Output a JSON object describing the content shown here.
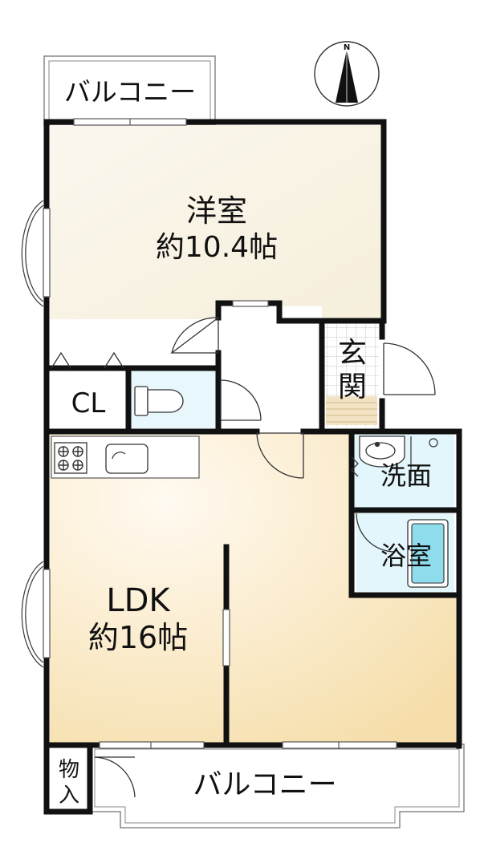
{
  "compass": {
    "north_label": "N"
  },
  "rooms": {
    "western_room": {
      "name": "洋室",
      "size": "約10.4帖"
    },
    "ldk": {
      "name": "LDK",
      "size": "約16帖"
    },
    "closet": {
      "name": "CL"
    },
    "entrance": {
      "line1": "玄",
      "line2": "関"
    },
    "washroom": {
      "name": "洗面"
    },
    "bathroom": {
      "name": "浴室"
    },
    "storage": {
      "line1": "物",
      "line2": "入"
    }
  },
  "balconies": {
    "top": {
      "label": "バルコニー"
    },
    "bottom": {
      "label": "バルコニー"
    }
  },
  "colors": {
    "wall": "#111111",
    "room_fill_light": "#fbf7ec",
    "ldk_gradient_center": "#fdf8ee",
    "ldk_gradient_edge": "#f7e2b3",
    "wet_area": "#e3f6fb",
    "bathtub": "#8fdcec",
    "floor_entrance": "#f3e3c4"
  }
}
